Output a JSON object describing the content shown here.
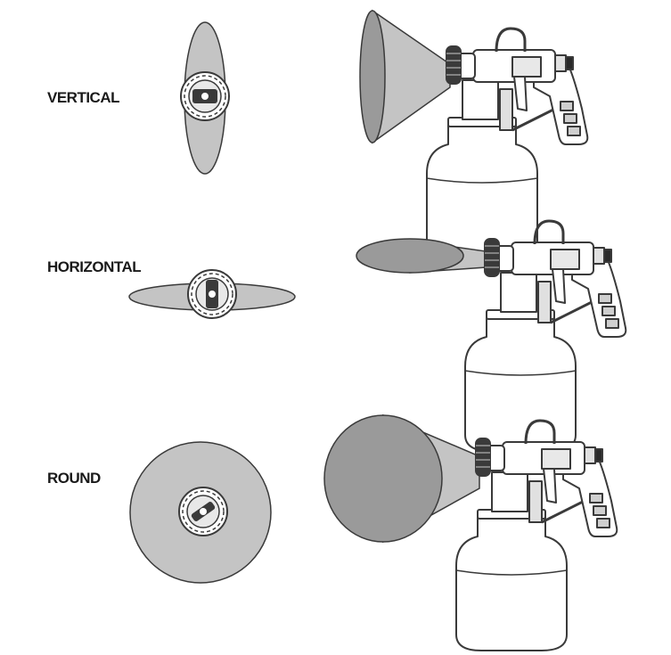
{
  "patterns": [
    {
      "label": "VERTICAL"
    },
    {
      "label": "HORIZONTAL"
    },
    {
      "label": "ROUND"
    }
  ],
  "colors": {
    "spray_fill": "#c4c4c4",
    "spray_dark": "#8c8c8c",
    "outline": "#3a3a3a",
    "body_fill": "#ffffff"
  },
  "icons": [
    "nozzle-cap-icon",
    "spray-gun-icon"
  ]
}
